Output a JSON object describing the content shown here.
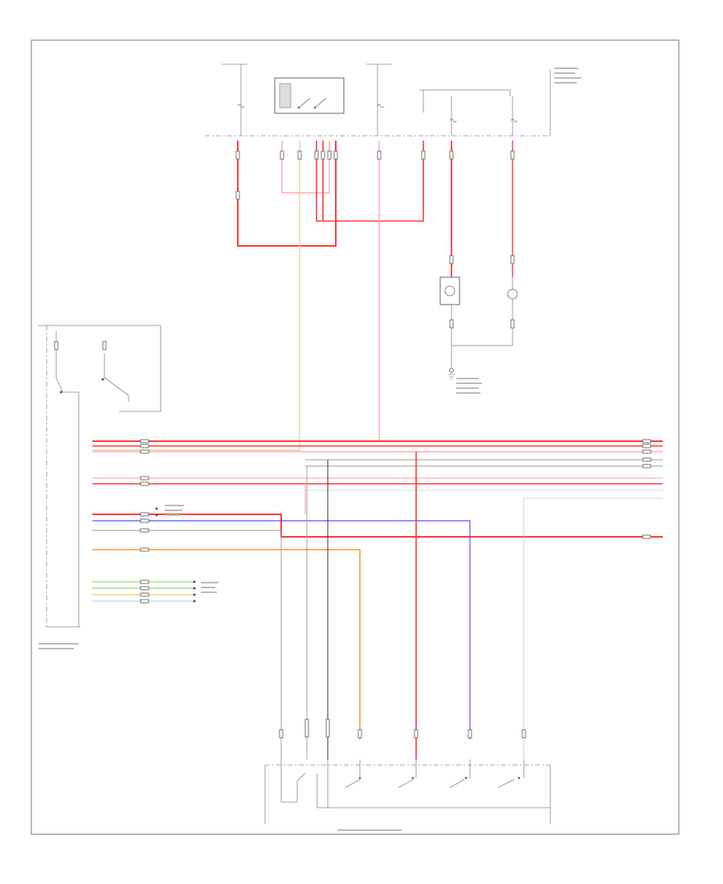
{
  "figure_id": "",
  "colors": {
    "red": "#ff3b3b",
    "pink": "#ff9a9a",
    "yellow": "#e8d25a",
    "tan": "#e2c79a",
    "orange": "#ff9b2e",
    "blue": "#5555ff",
    "light_green": "#8cde6c",
    "cyan": "#9ee8ee",
    "gray": "#9a9a9a",
    "black": "#333333"
  },
  "components": [
    {
      "id": "fuse-relay-box",
      "label": ""
    },
    {
      "id": "instrument-panel",
      "label": ""
    },
    {
      "id": "headlight-switch",
      "label": ""
    },
    {
      "id": "left-lamp",
      "label": ""
    },
    {
      "id": "right-lamp",
      "label": ""
    },
    {
      "id": "ground",
      "label": ""
    }
  ]
}
